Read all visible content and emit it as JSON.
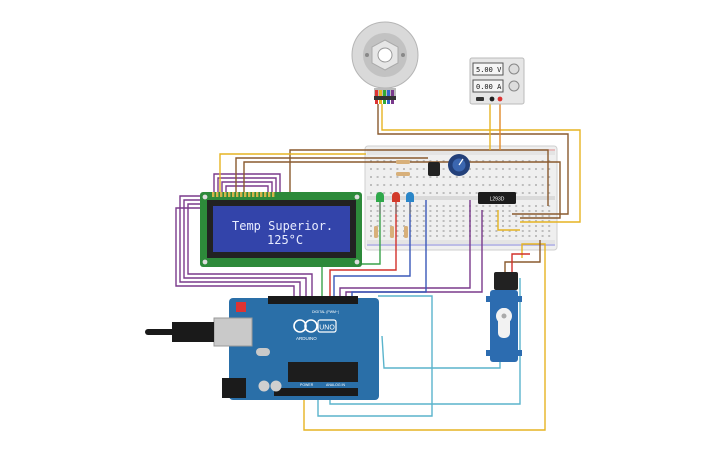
{
  "lcd": {
    "line1": "Temp Superior.",
    "line2": "125°C",
    "backlight_color": "#3344aa"
  },
  "power_supply": {
    "voltage": "5.00 V",
    "current": "0.00 A"
  },
  "driver_chip": {
    "label": "L293D"
  },
  "arduino": {
    "brand": "ARDUINO",
    "model": "UNO",
    "digital_header": "DIGITAL (PWM~)",
    "power_header": "POWER",
    "analog_header": "ANALOG IN",
    "board_color": "#2a6fa8"
  },
  "leds": [
    {
      "color": "#2fa84a"
    },
    {
      "color": "#d23a2a"
    },
    {
      "color": "#2a86c8"
    }
  ],
  "wire_colors": {
    "purple": "#7a3a8c",
    "brown": "#8a5a2e",
    "yellow": "#e6b422",
    "green": "#3aa24a",
    "red": "#d2302a",
    "blue": "#3a58b8",
    "cyan": "#5ab4cc",
    "orange": "#e08a2a"
  }
}
